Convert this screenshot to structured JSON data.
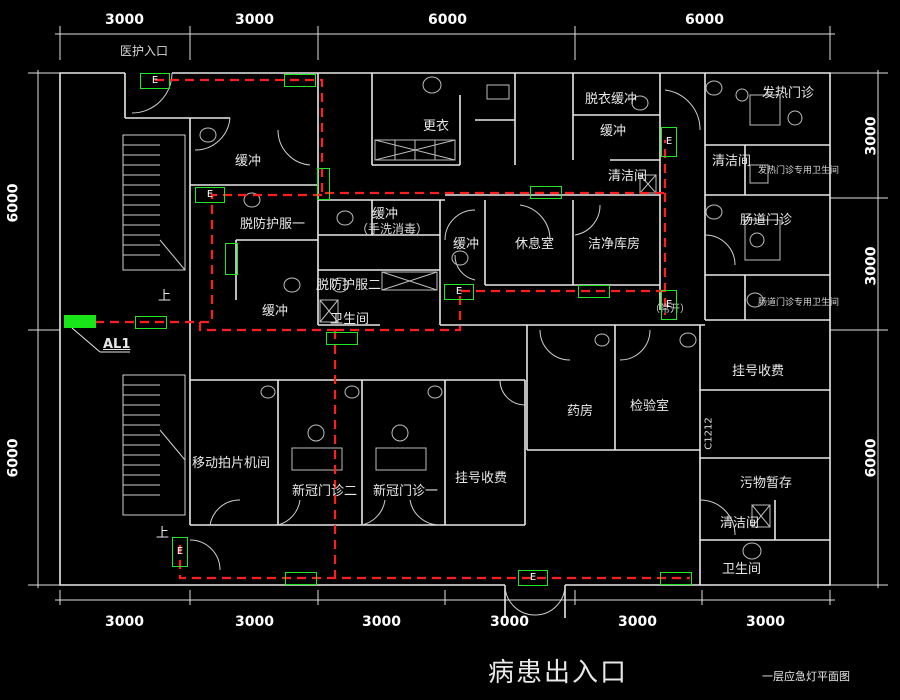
{
  "drawing": {
    "top_dims": [
      "3000",
      "3000",
      "6000",
      "6000"
    ],
    "bottom_dims": [
      "3000",
      "3000",
      "3000",
      "3000",
      "3000",
      "3000"
    ],
    "left_dims": [
      "6000",
      "6000"
    ],
    "right_dims": [
      "3000",
      "3000",
      "6000"
    ],
    "main_entrance": "病患出入口",
    "sheet_title": "一层应急灯平面图",
    "panel_label": "AL1",
    "exit_sign_letter": "E",
    "door_code": "C1212",
    "colors": {
      "route": "#ff1e1e",
      "fixture": "#23e623",
      "wall": "#e8e8e8",
      "background": "#000000"
    }
  },
  "rooms": {
    "staff_entrance": "医护入口",
    "buffer_1": "缓冲",
    "ppe_off_1": "脱防护服一",
    "buffer_2": "缓冲",
    "up_1": "上",
    "changing": "更衣",
    "buffer_handwash": "缓冲",
    "handwash_note": "（手洗消毒）",
    "ppe_off_2": "脱防护服二",
    "washroom": "卫生间",
    "buffer_3": "缓冲",
    "rest_room": "休息室",
    "clean_storage": "洁净库房",
    "undress_buffer": "脱衣缓冲",
    "buffer_4": "缓冲",
    "cleaning_1": "清洁间",
    "fever_clinic": "发热门诊",
    "cleaning_2": "清洁间",
    "fever_wc_note": "发热门诊专用卫生间",
    "intestinal_clinic": "肠道门诊",
    "intestinal_wc_note": "肠道门诊专用卫生间",
    "door_note": "（常开）",
    "mobile_xray": "移动拍片机间",
    "new_clinic_2": "新冠门诊二",
    "new_clinic_1": "新冠门诊一",
    "reg_pay_1": "挂号收费",
    "pharmacy": "药房",
    "lab": "检验室",
    "reg_pay_2": "挂号收费",
    "waste_storage": "污物暂存",
    "cleaning_3": "清洁间",
    "toilet": "卫生间",
    "up_2": "上"
  }
}
